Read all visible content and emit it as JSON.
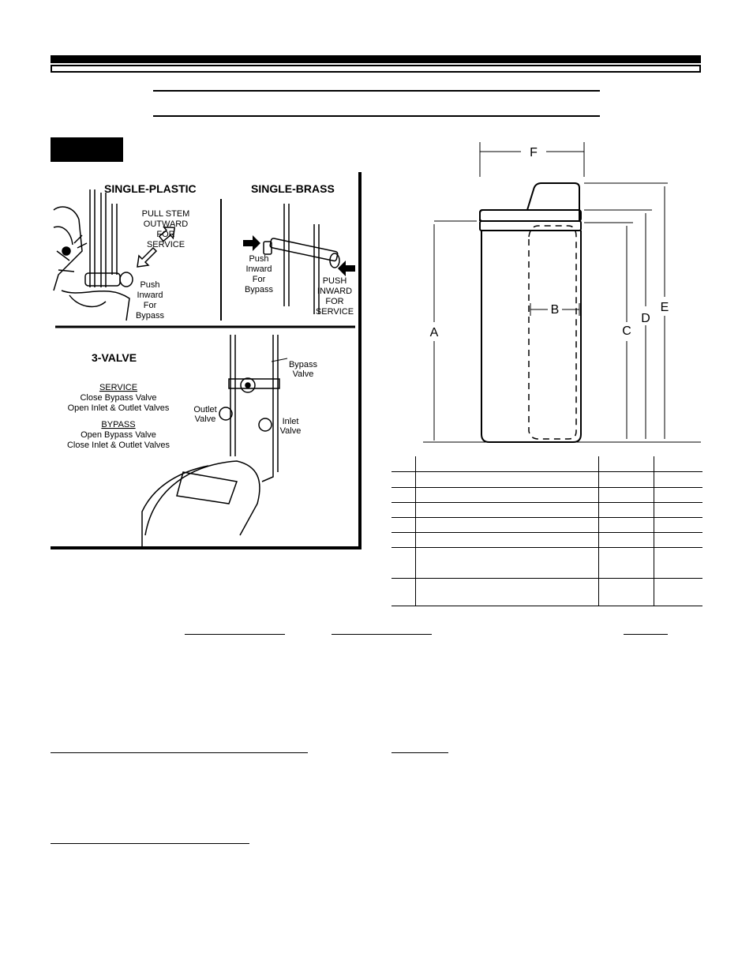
{
  "figure_labels": {
    "single_plastic": "SINGLE-PLASTIC",
    "single_brass": "SINGLE-BRASS",
    "pull_stem": [
      "PULL STEM",
      "OUTWARD",
      "FOR",
      "SERVICE"
    ],
    "push_inward_bypass_plastic": [
      "Push",
      "Inward",
      "For",
      "Bypass"
    ],
    "push_inward_bypass_brass": [
      "Push",
      "Inward",
      "For",
      "Bypass"
    ],
    "push_inward_service": [
      "PUSH",
      "INWARD",
      "FOR",
      "SERVICE"
    ],
    "three_valve": "3-VALVE",
    "service_heading": "SERVICE",
    "service_lines": [
      "Close Bypass Valve",
      "Open Inlet & Outlet Valves"
    ],
    "bypass_heading": "BYPASS",
    "bypass_lines": [
      "Open Bypass Valve",
      "Close Inlet & Outlet Valves"
    ],
    "bypass_valve": [
      "Bypass",
      "Valve"
    ],
    "outlet_valve": [
      "Outlet",
      "Valve"
    ],
    "inlet_valve": [
      "Inlet",
      "Valve"
    ]
  },
  "dimensions": {
    "A": "A",
    "B": "B",
    "C": "C",
    "D": "D",
    "E": "E",
    "F": "F"
  },
  "spec_table": {
    "rows": 8
  }
}
